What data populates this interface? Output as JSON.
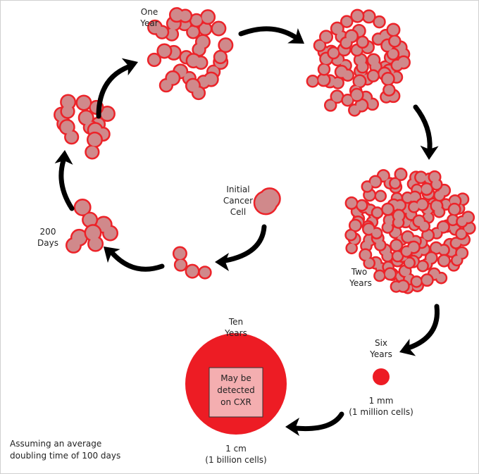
{
  "labels": {
    "initial": [
      "Initial",
      "Cancer",
      "Cell"
    ],
    "one_year": [
      "One",
      "Year"
    ],
    "days_200": [
      "200",
      "Days"
    ],
    "two_years": [
      "Two",
      "Years"
    ],
    "six_years": [
      "Six",
      "Years"
    ],
    "ten_years": [
      "Ten",
      "Years"
    ],
    "size_1mm": [
      "1 mm",
      "(1 million cells)"
    ],
    "size_1cm": [
      "1 cm",
      "(1 billion cells)"
    ],
    "detect_box": [
      "May be",
      "detected",
      "on CXR"
    ],
    "note": [
      "Assuming an average",
      "doubling time of 100 days"
    ]
  },
  "stages_cell_counts": [
    1,
    2,
    4,
    8,
    16,
    32,
    64
  ],
  "colors": {
    "cell_fill": "#d0898b",
    "cell_stroke": "#ec2329",
    "tumor": "#ed1c24",
    "detect_box": "#f4aeb0",
    "arrow": "#000000"
  }
}
